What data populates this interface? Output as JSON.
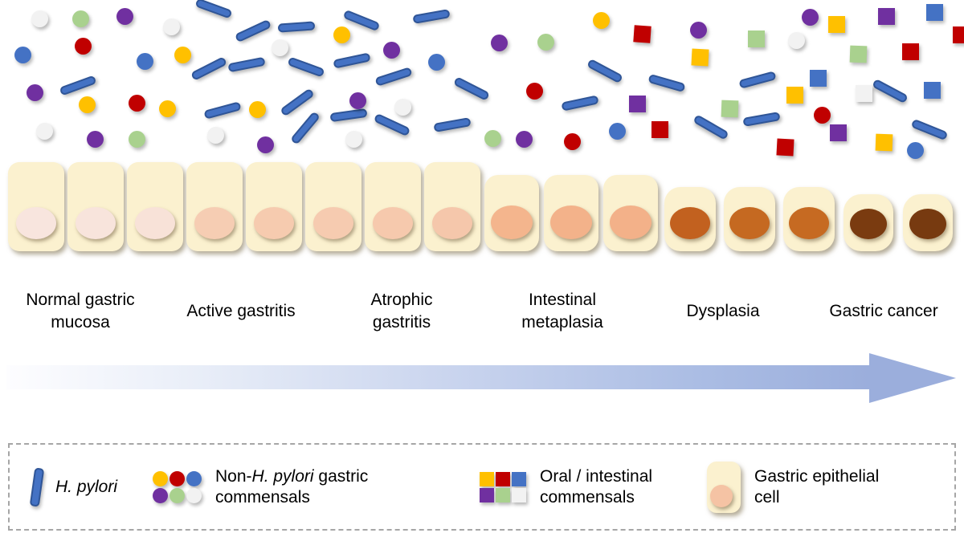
{
  "colors": {
    "gold": "#FFC000",
    "red": "#C00000",
    "blue": "#4472C4",
    "purple": "#7030A0",
    "green": "#A9D18E",
    "white": "#F2F2F2",
    "rod_fill": "#4472C4",
    "rod_border": "#2F5597",
    "cell_body": "#FBF1CF",
    "arrow_end": "#9BAEDC",
    "legend_border": "#A6A6A6",
    "legend_cell_nucleus": "#F5C3A4",
    "text": "#000000"
  },
  "scatter": {
    "rods": [
      [
        266,
        10,
        20
      ],
      [
        315,
        38,
        -25
      ],
      [
        369,
        33,
        -4
      ],
      [
        381,
        83,
        20
      ],
      [
        97,
        106,
        -20
      ],
      [
        260,
        85,
        -27
      ],
      [
        307,
        80,
        -11
      ],
      [
        277,
        137,
        -15
      ],
      [
        370,
        127,
        -36
      ],
      [
        380,
        159,
        -50
      ],
      [
        450,
        25,
        22
      ],
      [
        537,
        20,
        -10
      ],
      [
        438,
        75,
        -12
      ],
      [
        490,
        95,
        -18
      ],
      [
        587,
        110,
        27
      ],
      [
        434,
        143,
        -8
      ],
      [
        488,
        155,
        25
      ],
      [
        563,
        155,
        -10
      ],
      [
        722,
        128,
        -12
      ],
      [
        753,
        88,
        28
      ],
      [
        830,
        103,
        16
      ],
      [
        943,
        99,
        -15
      ],
      [
        885,
        158,
        30
      ],
      [
        948,
        148,
        -10
      ],
      [
        1108,
        113,
        28
      ],
      [
        1157,
        161,
        22
      ]
    ],
    "circles": [
      [
        49,
        23,
        "white"
      ],
      [
        100,
        23,
        "green"
      ],
      [
        155,
        20,
        "purple"
      ],
      [
        213,
        33,
        "white"
      ],
      [
        28,
        68,
        "blue"
      ],
      [
        103,
        57,
        "red"
      ],
      [
        180,
        76,
        "blue"
      ],
      [
        227,
        68,
        "gold"
      ],
      [
        348,
        59,
        "white"
      ],
      [
        43,
        115,
        "purple"
      ],
      [
        108,
        130,
        "gold"
      ],
      [
        170,
        128,
        "red"
      ],
      [
        208,
        135,
        "gold"
      ],
      [
        320,
        136,
        "gold"
      ],
      [
        55,
        163,
        "white"
      ],
      [
        118,
        173,
        "purple"
      ],
      [
        170,
        173,
        "green"
      ],
      [
        268,
        168,
        "white"
      ],
      [
        330,
        180,
        "purple"
      ],
      [
        425,
        43,
        "gold"
      ],
      [
        487,
        62,
        "purple"
      ],
      [
        543,
        77,
        "blue"
      ],
      [
        621,
        53,
        "purple"
      ],
      [
        679,
        52,
        "green"
      ],
      [
        748,
        25,
        "gold"
      ],
      [
        665,
        113,
        "red"
      ],
      [
        445,
        125,
        "purple"
      ],
      [
        501,
        133,
        "white"
      ],
      [
        440,
        173,
        "white"
      ],
      [
        613,
        172,
        "green"
      ],
      [
        652,
        173,
        "purple"
      ],
      [
        712,
        176,
        "red"
      ],
      [
        768,
        163,
        "blue"
      ],
      [
        869,
        37,
        "purple"
      ],
      [
        991,
        50,
        "white"
      ],
      [
        1008,
        21,
        "purple"
      ],
      [
        1023,
        143,
        "red"
      ],
      [
        1139,
        187,
        "blue"
      ]
    ],
    "squares": [
      [
        799,
        42,
        "red",
        4
      ],
      [
        871,
        71,
        "gold",
        3
      ],
      [
        941,
        48,
        "green",
        0
      ],
      [
        793,
        129,
        "purple",
        0
      ],
      [
        908,
        135,
        "green",
        2
      ],
      [
        821,
        161,
        "red",
        0
      ],
      [
        977,
        183,
        "red",
        3
      ],
      [
        989,
        118,
        "gold",
        0
      ],
      [
        1018,
        97,
        "blue",
        0
      ],
      [
        1075,
        116,
        "white",
        0
      ],
      [
        1068,
        67,
        "green",
        2
      ],
      [
        1133,
        64,
        "red",
        0
      ],
      [
        1041,
        30,
        "gold",
        0
      ],
      [
        1103,
        20,
        "purple",
        0
      ],
      [
        1163,
        15,
        "blue",
        0
      ],
      [
        1160,
        112,
        "blue",
        0
      ],
      [
        1043,
        165,
        "purple",
        0
      ],
      [
        1100,
        177,
        "gold",
        2
      ],
      [
        1196,
        43,
        "red",
        0
      ]
    ]
  },
  "cells": [
    {
      "h": 111,
      "w": 70,
      "r": 14,
      "nw": 50,
      "nh": 40,
      "nucleus": "#F8E5DE"
    },
    {
      "h": 111,
      "w": 70,
      "r": 14,
      "nw": 50,
      "nh": 40,
      "nucleus": "#F8E4DC"
    },
    {
      "h": 111,
      "w": 70,
      "r": 14,
      "nw": 50,
      "nh": 40,
      "nucleus": "#F8E2D8"
    },
    {
      "h": 111,
      "w": 70,
      "r": 14,
      "nw": 50,
      "nh": 40,
      "nucleus": "#F6CDB3"
    },
    {
      "h": 111,
      "w": 70,
      "r": 14,
      "nw": 50,
      "nh": 40,
      "nucleus": "#F6CBAF"
    },
    {
      "h": 111,
      "w": 70,
      "r": 14,
      "nw": 50,
      "nh": 40,
      "nucleus": "#F6CBB0"
    },
    {
      "h": 111,
      "w": 70,
      "r": 14,
      "nw": 50,
      "nh": 40,
      "nucleus": "#F6C9AD"
    },
    {
      "h": 111,
      "w": 70,
      "r": 14,
      "nw": 50,
      "nh": 40,
      "nucleus": "#F5C7AB"
    },
    {
      "h": 95,
      "w": 68,
      "r": 17,
      "nw": 52,
      "nh": 42,
      "nucleus": "#F4B58D"
    },
    {
      "h": 95,
      "w": 68,
      "r": 17,
      "nw": 52,
      "nh": 42,
      "nucleus": "#F3B28A"
    },
    {
      "h": 95,
      "w": 68,
      "r": 17,
      "nw": 52,
      "nh": 42,
      "nucleus": "#F3B189"
    },
    {
      "h": 80,
      "w": 64,
      "r": 20,
      "nw": 50,
      "nh": 40,
      "nucleus": "#C2611F"
    },
    {
      "h": 80,
      "w": 64,
      "r": 20,
      "nw": 50,
      "nh": 40,
      "nucleus": "#C56921"
    },
    {
      "h": 80,
      "w": 64,
      "r": 20,
      "nw": 50,
      "nh": 40,
      "nucleus": "#C66A22"
    },
    {
      "h": 71,
      "w": 62,
      "r": 22,
      "nw": 46,
      "nh": 38,
      "nucleus": "#7A3B10"
    },
    {
      "h": 71,
      "w": 62,
      "r": 22,
      "nw": 46,
      "nh": 38,
      "nucleus": "#773A10"
    }
  ],
  "stages": [
    {
      "lines": [
        "Normal gastric",
        "mucosa"
      ]
    },
    {
      "lines": [
        "Active gastritis"
      ]
    },
    {
      "lines": [
        "Atrophic",
        "gastritis"
      ]
    },
    {
      "lines": [
        "Intestinal",
        "metaplasia"
      ]
    },
    {
      "lines": [
        "Dysplasia"
      ]
    },
    {
      "lines": [
        "Gastric cancer"
      ]
    }
  ],
  "legend": {
    "swatch_colors": [
      "gold",
      "red",
      "blue",
      "purple",
      "green",
      "white"
    ],
    "items": [
      {
        "icon": "h-pylori-rod-icon",
        "parts": [
          [
            "H. pylori",
            true
          ]
        ]
      },
      {
        "icon": "gastric-commensal-circles-icon",
        "parts": [
          [
            "Non-",
            false
          ],
          [
            "H. pylori",
            true
          ],
          [
            " gastric commensals",
            false
          ]
        ]
      },
      {
        "icon": "oral-intestinal-squares-icon",
        "parts": [
          [
            "Oral / intestinal commensals",
            false
          ]
        ]
      },
      {
        "icon": "gastric-epithelial-cell-icon",
        "parts": [
          [
            "Gastric epithelial cell",
            false
          ]
        ]
      }
    ]
  }
}
